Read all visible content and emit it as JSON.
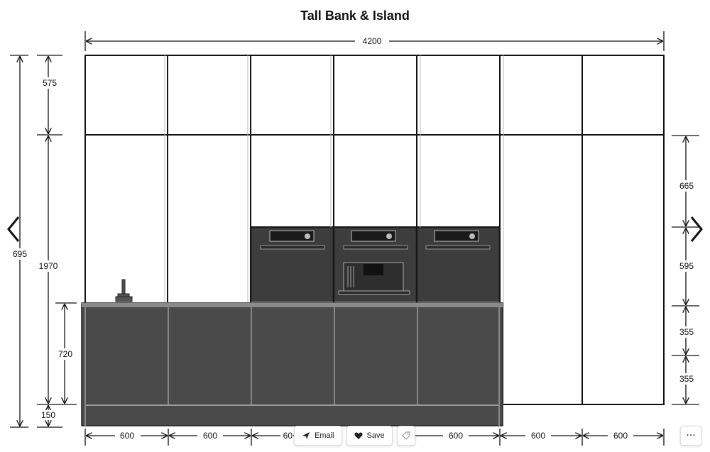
{
  "title": "Tall Bank & Island",
  "dimensions": {
    "overall_width": "4200",
    "left_outer_height": "695",
    "left_top_section": "575",
    "left_tall_unit": "1970",
    "left_island_height": "720",
    "left_plinth": "150",
    "right_upper": "665",
    "right_oven": "595",
    "right_drawer_1": "355",
    "right_drawer_2": "355",
    "bottom_widths": [
      "600",
      "600",
      "60",
      "600",
      "600",
      "600"
    ]
  },
  "toolbar": {
    "email_label": "Email",
    "save_label": "Save",
    "more_label": "···"
  },
  "colors": {
    "appliance": "#3d3d3d",
    "island": "#4a4a4a",
    "line": "#111111"
  }
}
